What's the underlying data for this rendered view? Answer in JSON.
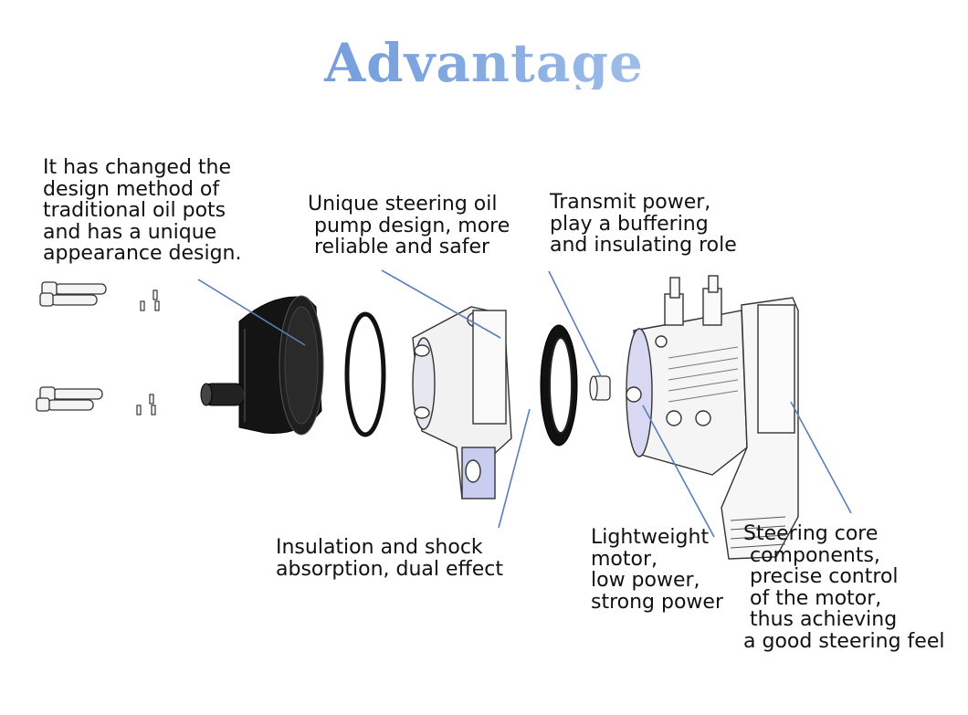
{
  "title": "Advantage",
  "callouts": {
    "oil_pot": "It has changed the\ndesign method of\ntraditional oil pots\nand has a unique\nappearance design.",
    "pump": "Unique steering oil\n pump design, more\n reliable and safer",
    "coupling": "Transmit power,\nplay a buffering\nand insulating role",
    "insulation": "Insulation and shock\nabsorption, dual effect",
    "motor": "Lightweight\nmotor,\nlow power,\nstrong power",
    "controller": "Steering core\n components,\n precise control\n of the motor,\n thus achieving\na good steering feel"
  },
  "colors": {
    "leader_line": "#5a7fb8",
    "title_gradient": [
      "#5b86cf",
      "#7fa6e0",
      "#cfe2f6"
    ]
  }
}
